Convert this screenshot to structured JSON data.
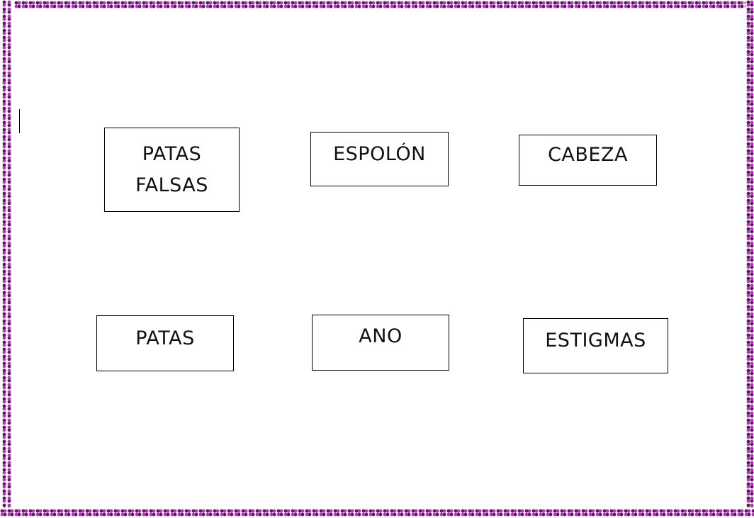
{
  "document": {
    "border_colors": {
      "dark": "#5a1a5c",
      "light": "#c030c8"
    },
    "labels": {
      "patas_falsas": {
        "line1": "PATAS",
        "line2": "FALSAS"
      },
      "espolon": "ESPOLÓN",
      "cabeza": "CABEZA",
      "patas": "PATAS",
      "ano": "ANO",
      "estigmas": "ESTIGMAS"
    }
  }
}
